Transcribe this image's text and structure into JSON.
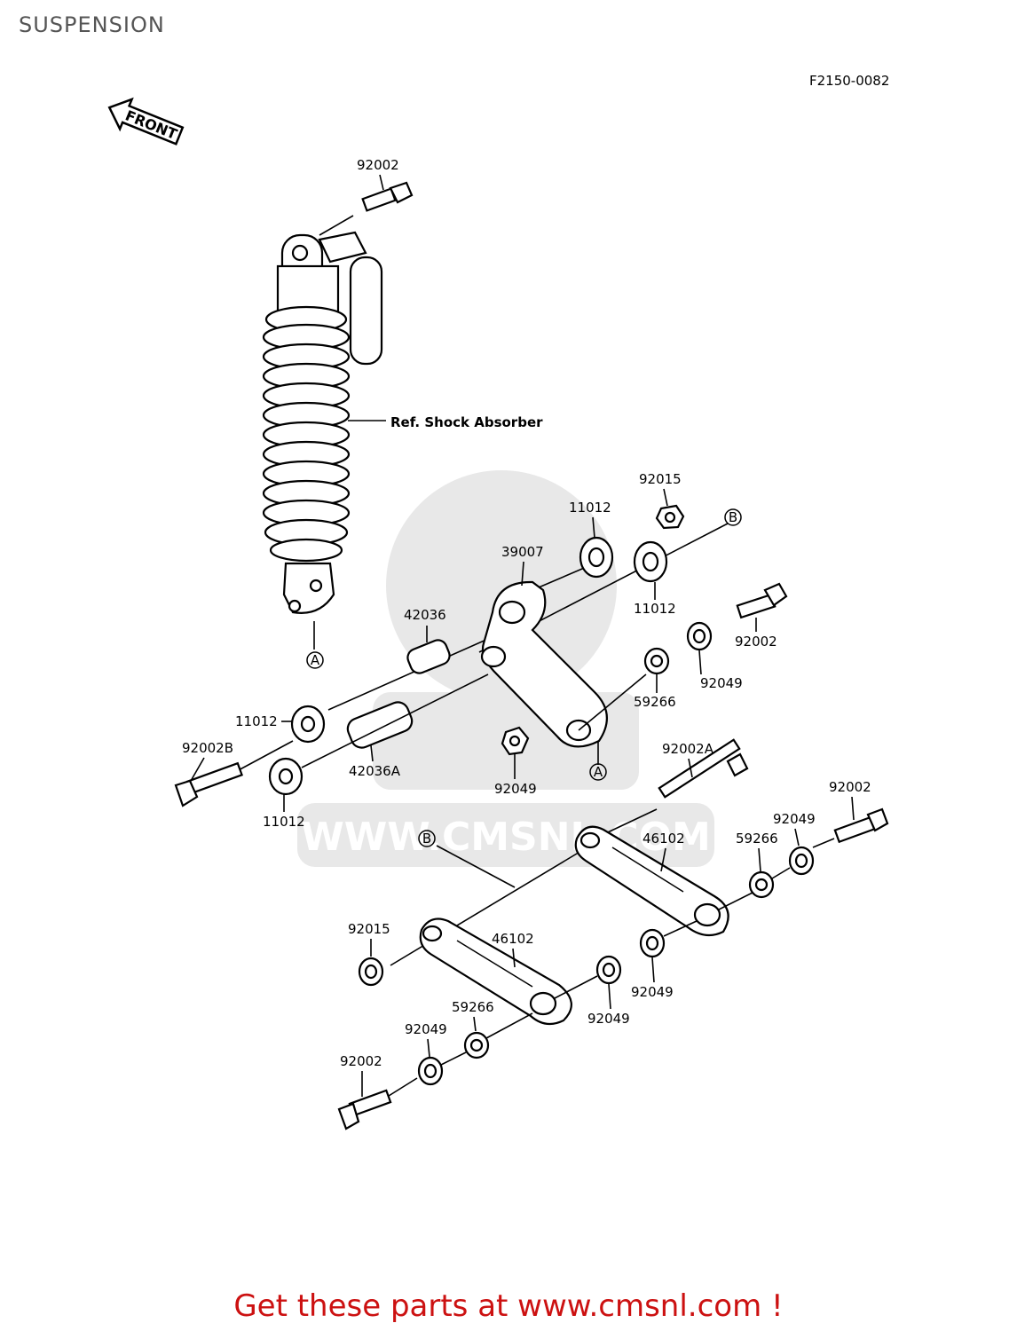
{
  "header": {
    "title": "SUSPENSION"
  },
  "diagram": {
    "code": "F2150-0082",
    "front_marker": "FRONT",
    "shock_label": "Ref. Shock Absorber",
    "ref_a": "A",
    "ref_b": "B",
    "watermark_text": "WWW.CMSNL.COM",
    "parts": [
      "92002",
      "92015",
      "11012",
      "39007",
      "11012",
      "92002",
      "42036",
      "92049",
      "59266",
      "11012",
      "92002B",
      "42036A",
      "92049",
      "11012",
      "92002A",
      "92002",
      "46102",
      "92049",
      "59266",
      "92015",
      "46102",
      "92049",
      "59266",
      "92049",
      "92049",
      "92002"
    ]
  },
  "footer": {
    "banner": "Get these parts at www.cmsnl.com !"
  },
  "colors": {
    "footer_text": "#cc1111",
    "watermark": "#e6e6e6",
    "line": "#000000"
  }
}
